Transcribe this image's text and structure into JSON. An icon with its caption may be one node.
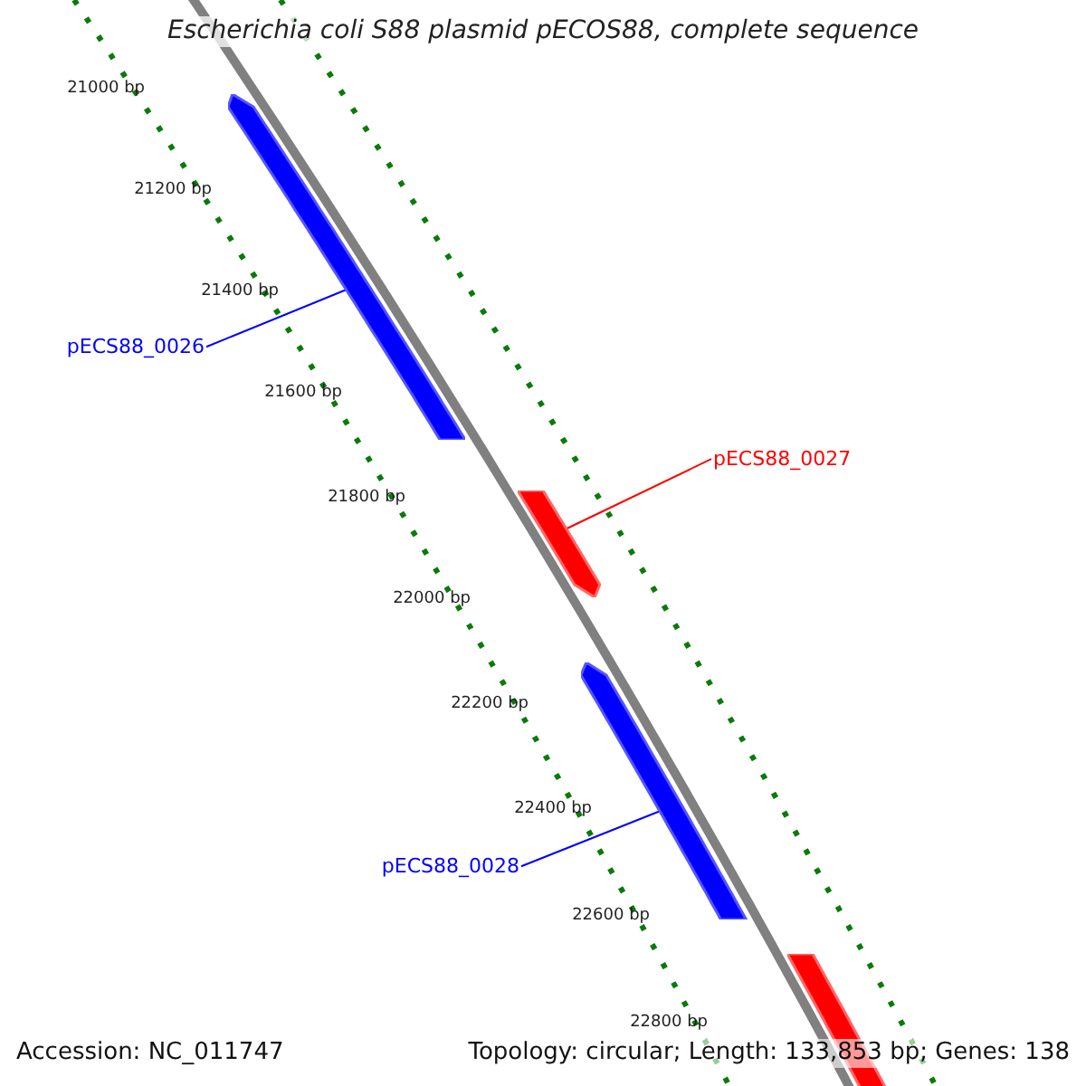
{
  "diagram": {
    "title": "Escherichia coli S88 plasmid pECOS88, complete sequence",
    "nodes": [
      {
        "text": [
          "pECS88_0026"
        ]
      },
      {
        "text": [],
        "shape": "bar"
      },
      {
        "text": [
          "pECS88_0027"
        ]
      },
      {
        "text": [],
        "shape": "bar"
      },
      {
        "text": [
          "pECS88_0028"
        ]
      },
      {
        "text": [],
        "shape": "bar"
      },
      {
        "text": [],
        "shape": "bar"
      }
    ],
    "edges": [
      {
        "from": 0,
        "to": 1,
        "arrow": "none"
      },
      {
        "from": 2,
        "to": 3,
        "arrow": "none",
        "color": "#ff0000"
      },
      {
        "from": 4,
        "to": 5,
        "arrow": "none"
      }
    ],
    "labels": [
      "21000 bp",
      "21200 bp",
      "21400 bp",
      "21600 bp",
      "21800 bp",
      "22000 bp",
      "22200 bp",
      "22400 bp",
      "22600 bp",
      "22800 bp",
      "Accession: NC_011747",
      "Topology: circular; Length: 133,853 bp; Genes: 138"
    ]
  }
}
